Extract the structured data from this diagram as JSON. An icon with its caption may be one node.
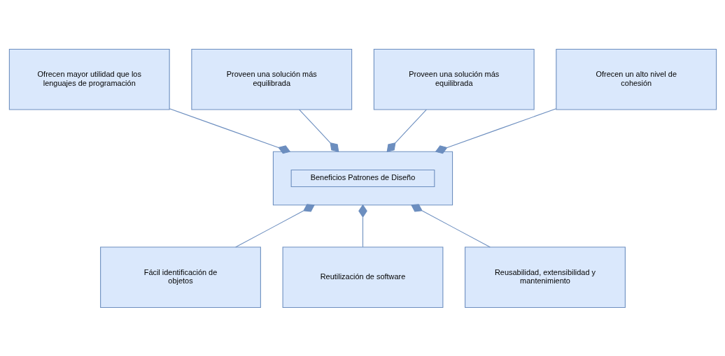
{
  "diagram": {
    "nodes": [
      {
        "text": [
          "Ofrecen mayor utilidad que los lenguajes de programación"
        ]
      },
      {
        "text": [
          "Proveen una solución más equilibrada"
        ]
      },
      {
        "text": [
          "Proveen una solución más equilibrada"
        ]
      },
      {
        "text": [
          "Ofrecen un alto nivel de cohesión"
        ]
      },
      {
        "text": [],
        "shape": "box"
      },
      {
        "text": [
          "Beneficios Patrones de Diseño"
        ],
        "in": 4
      },
      {
        "text": [
          "Fácil identificación de objetos"
        ]
      },
      {
        "text": [
          "Reutilización de software"
        ]
      },
      {
        "text": [
          "Reusabilidad, extensibilidad y mantenimiento"
        ]
      }
    ],
    "edges": [
      {
        "from": 4,
        "to": 0,
        "arrow": "other"
      },
      {
        "from": 4,
        "to": 1,
        "arrow": "other"
      },
      {
        "from": 4,
        "to": 2,
        "arrow": "other"
      },
      {
        "from": 4,
        "to": 3,
        "arrow": "other"
      },
      {
        "from": 4,
        "to": 6,
        "arrow": "other"
      },
      {
        "from": 4,
        "to": 7,
        "arrow": "other"
      },
      {
        "from": 4,
        "to": 8,
        "arrow": "other"
      }
    ]
  }
}
